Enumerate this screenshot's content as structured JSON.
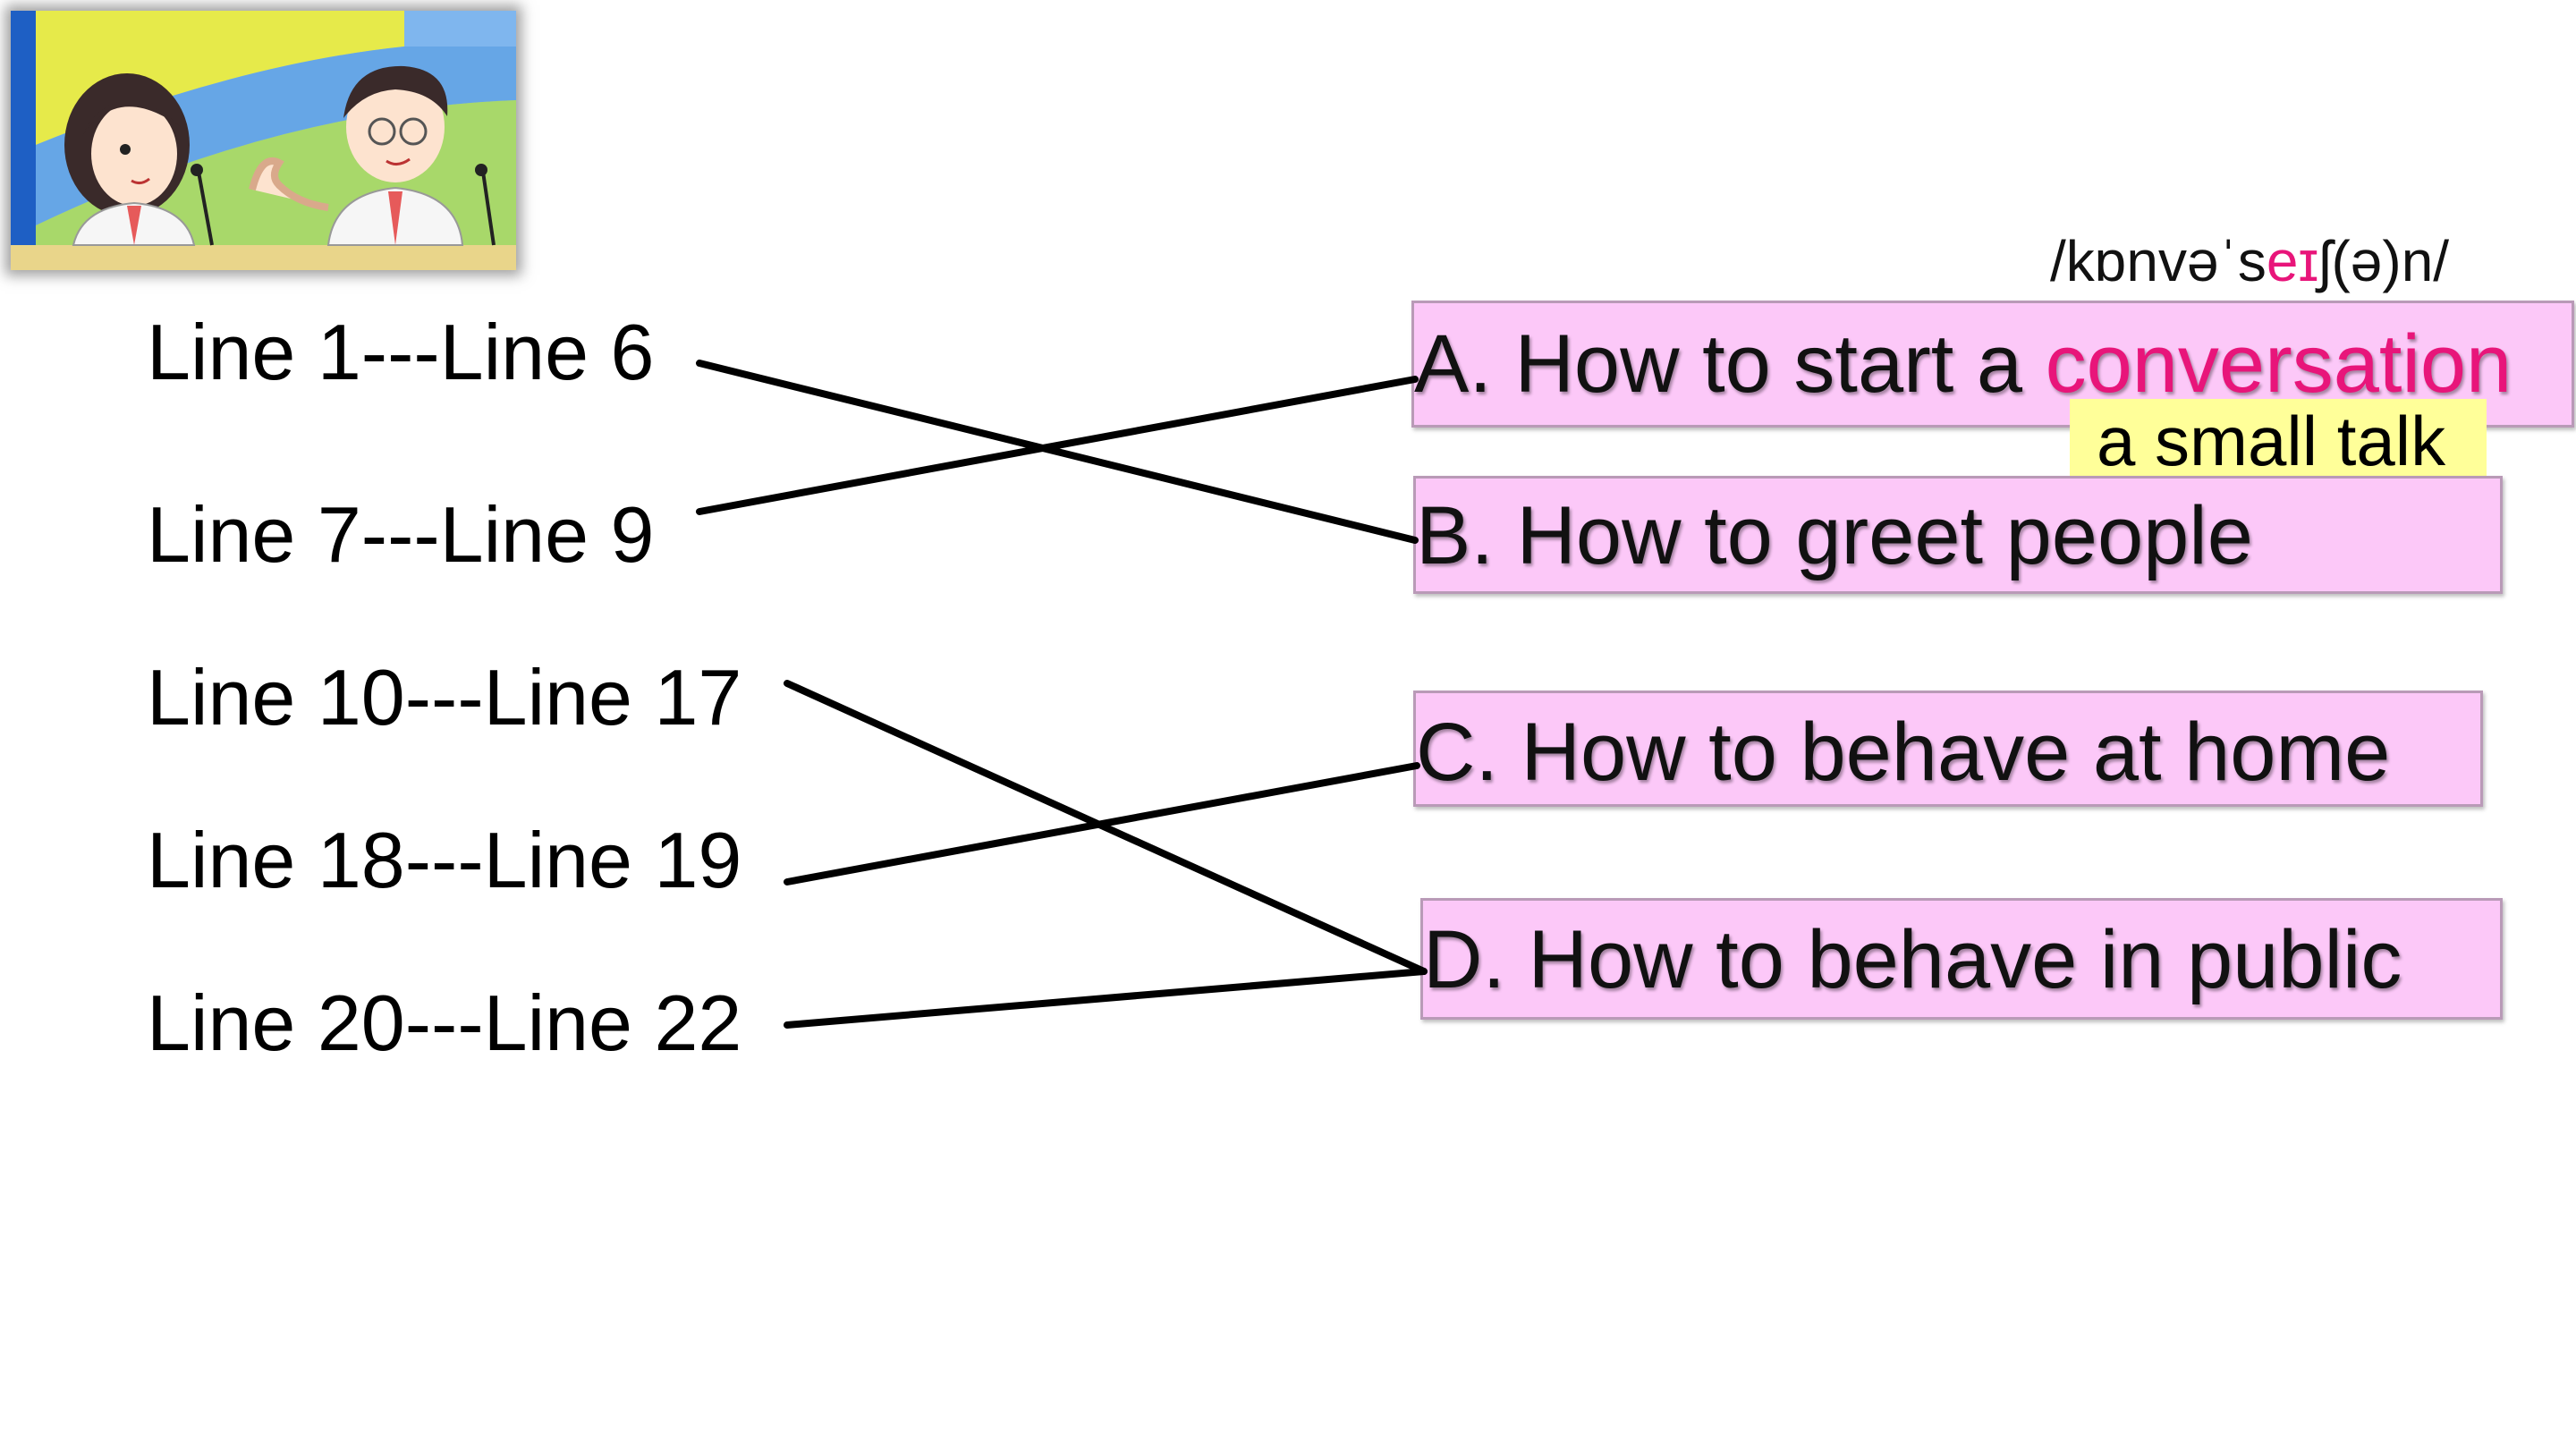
{
  "illustration": {
    "description_icon": "two-students-at-desk-illustration"
  },
  "line_labels": [
    "Line 1---Line 6",
    "Line 7---Line 9",
    "Line 10---Line 17",
    "Line 18---Line 19",
    "Line 20---Line 22"
  ],
  "options": {
    "a": {
      "before": "A. How to start a ",
      "highlight": "conversation"
    },
    "b": {
      "text": "B. How to greet people"
    },
    "c": {
      "text": "C. How to behave at home"
    },
    "d": {
      "text": "D. How to behave in public"
    }
  },
  "phonetic": {
    "before": "/kɒnvəˈs",
    "highlight": "eɪ",
    "after": "ʃ(ə)n/"
  },
  "note": "a small talk",
  "colors": {
    "option_fill": "#fcc8f8",
    "highlight": "#e8157a",
    "note_fill": "#ffff99",
    "connector": "#000000"
  },
  "matches": [
    {
      "from": "Line 1---Line 6",
      "to": "B"
    },
    {
      "from": "Line 7---Line 9",
      "to": "A"
    },
    {
      "from": "Line 10---Line 17",
      "to": "D"
    },
    {
      "from": "Line 18---Line 19",
      "to": "C"
    },
    {
      "from": "Line 20---Line 22",
      "to": "D"
    }
  ]
}
